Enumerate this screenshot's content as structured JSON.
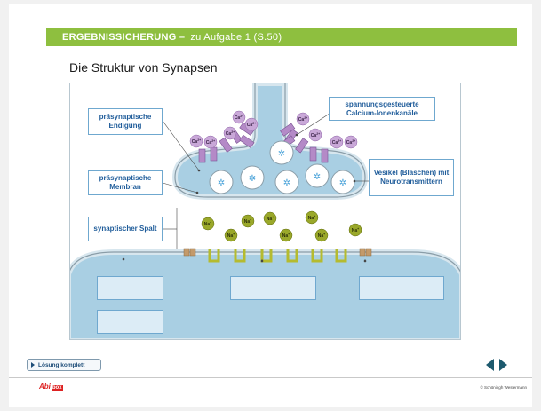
{
  "header": {
    "banner_title": "ERGEBNISSICHERUNG –",
    "banner_sub": "zu Aufgabe 1 (S.50)"
  },
  "page_title": "Die Struktur von Synapsen",
  "diagram": {
    "labels": {
      "praesynaptische_endigung": "präsynaptische Endigung",
      "praesynaptische_membran": "präsynaptische Membran",
      "synaptischer_spalt": "synaptischer Spalt",
      "calcium_kanaele": "spannungsgesteuerte Calcium-Ionenkanäle",
      "vesikel": "Vesikel (Bläschen) mit Neurotransmittern"
    },
    "ca_ion": "Ca",
    "ca_charge": "2+",
    "na_ion": "Na",
    "na_charge": "+"
  },
  "footer": {
    "loesung_button": "Lösung komplett",
    "logo_text": "Abi",
    "logo_box": "box",
    "copyright": "© Schöningh Westermann"
  },
  "colors": {
    "banner_green": "#8ebf3f",
    "membrane_fill": "#a9cfe3",
    "label_blue": "#1f5c9a",
    "ca_purple": "#b48ac7",
    "na_olive": "#9aa82a",
    "receptor_olive": "#b5bb2f",
    "nav_teal": "#1d5a6e"
  }
}
